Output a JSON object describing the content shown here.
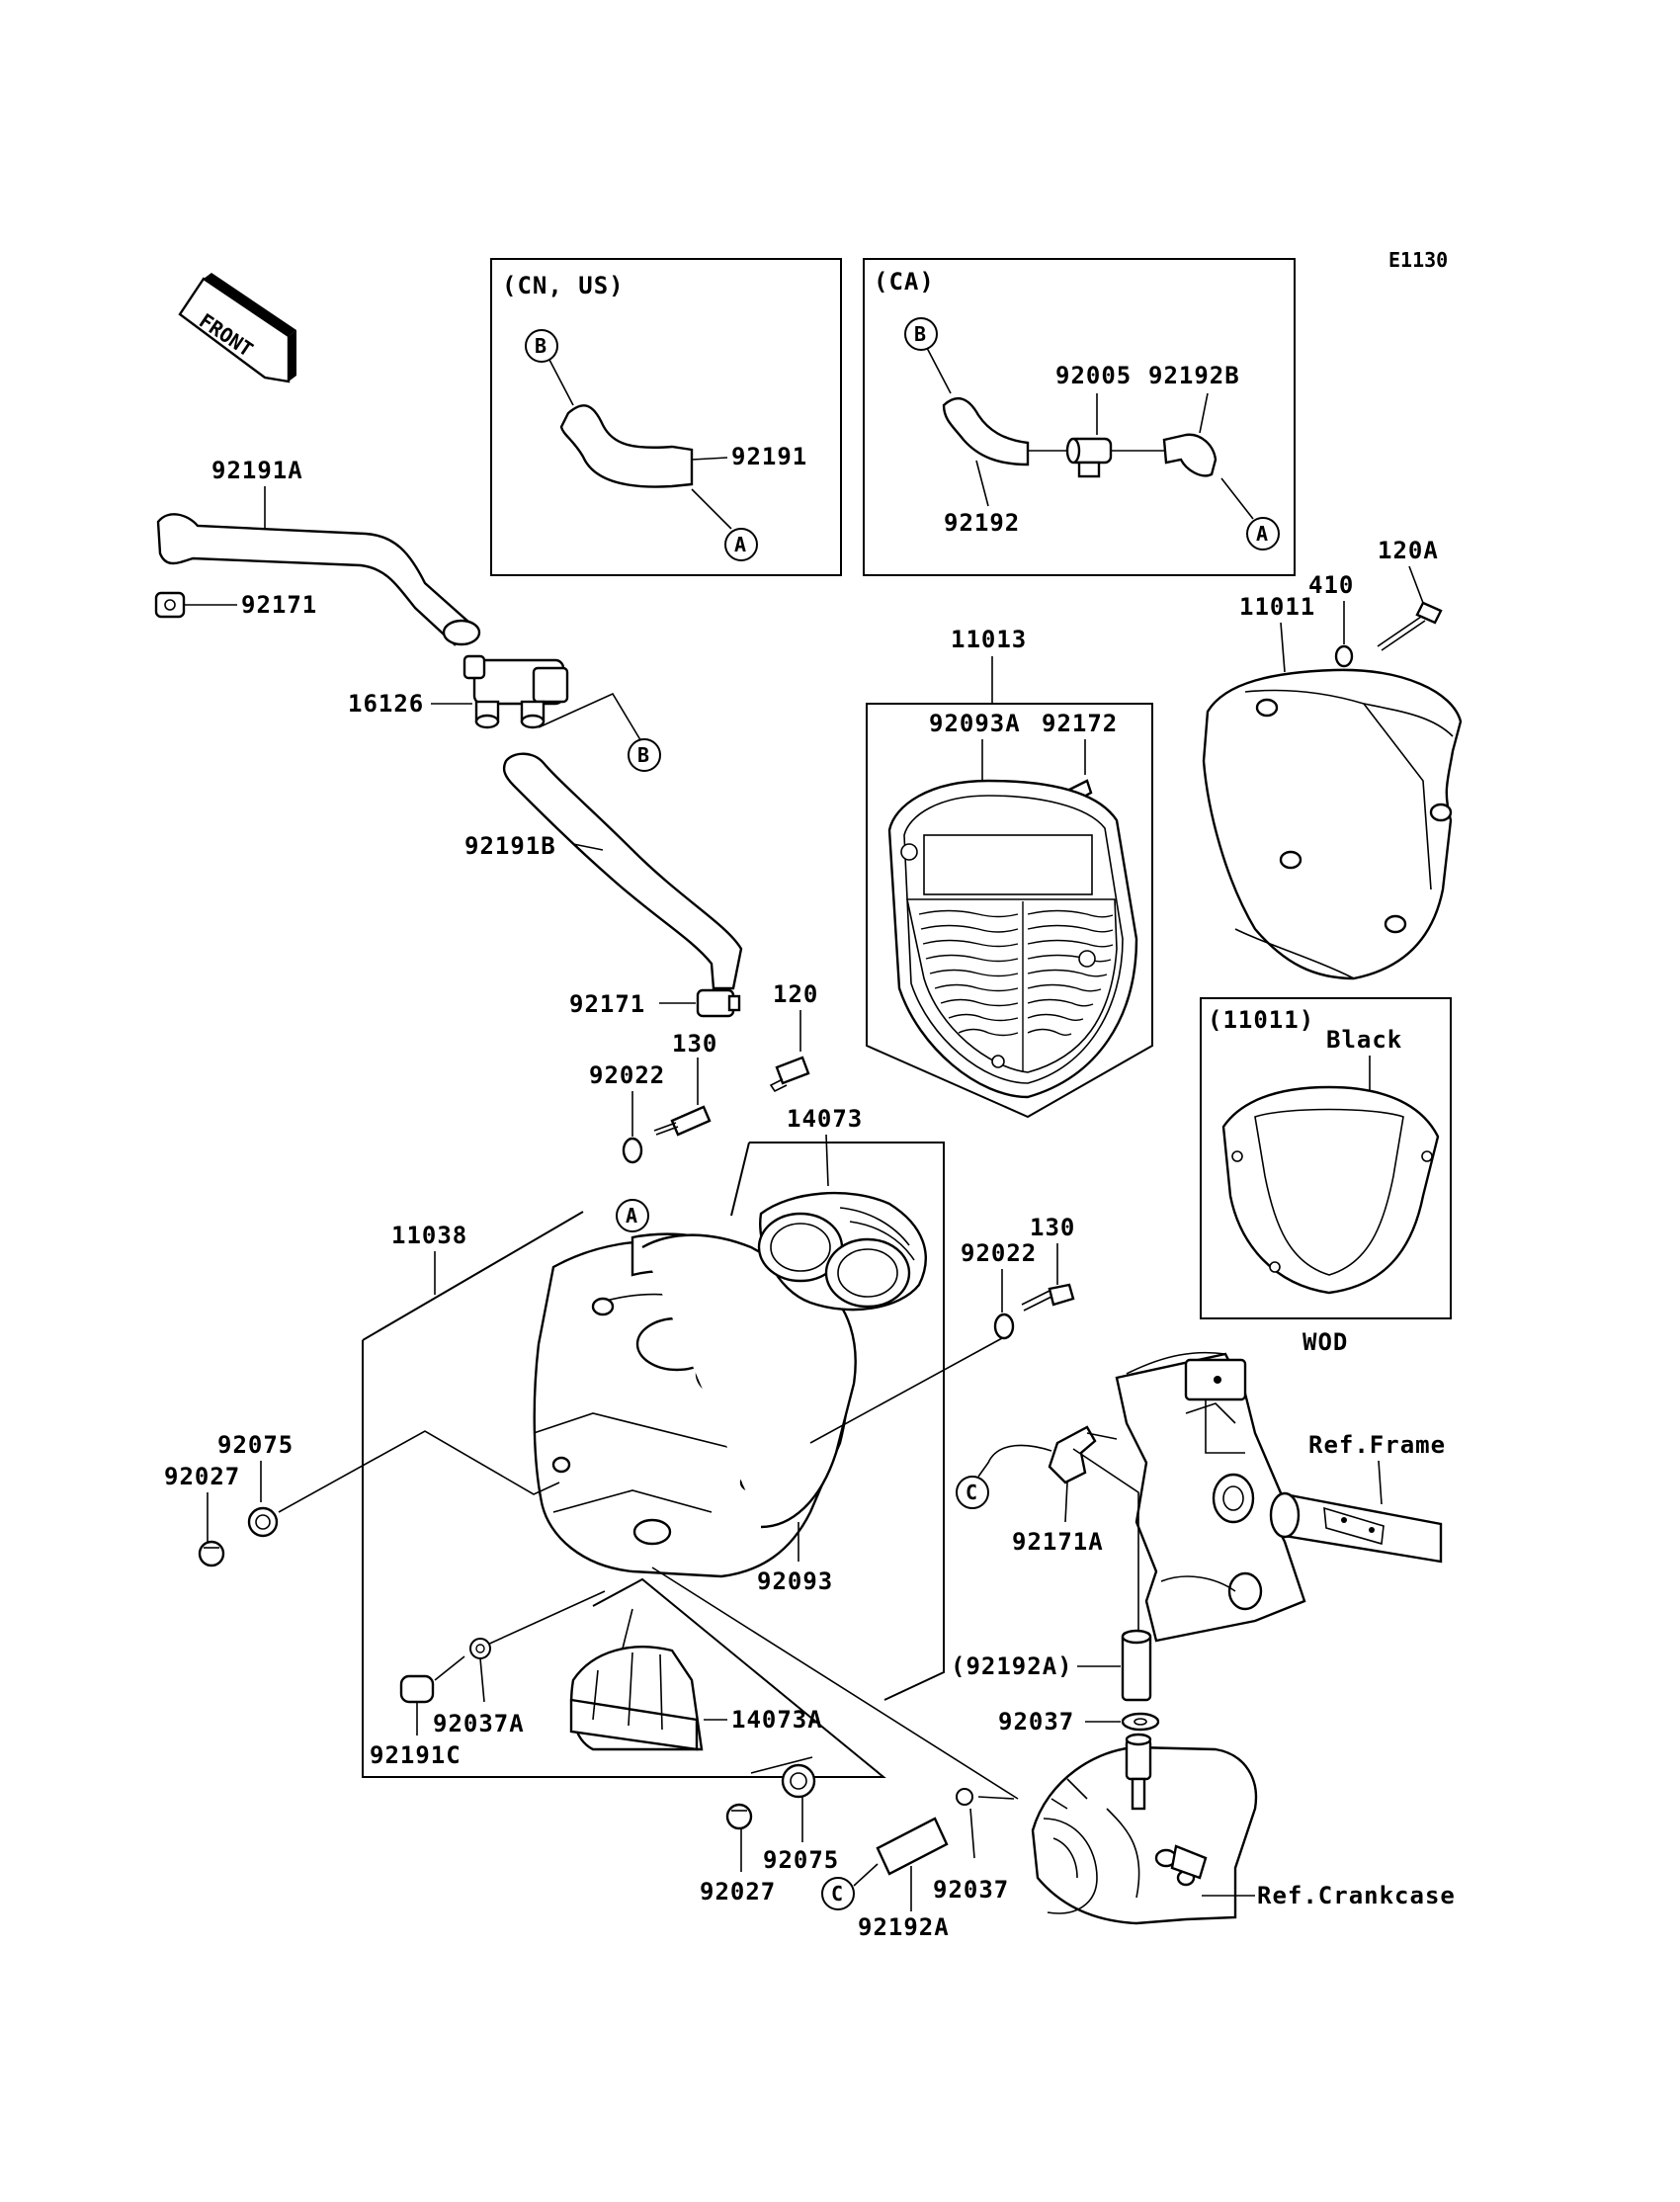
{
  "diagram_code": "E1130",
  "front_label": "FRONT",
  "variants": {
    "cn_us": {
      "title": "(CN, US)",
      "labels": [
        "92191"
      ]
    },
    "ca": {
      "title": "(CA)",
      "labels": [
        "92005",
        "92192B",
        "92192"
      ]
    },
    "wod": {
      "title": "(11011)",
      "color": "Black",
      "code": "WOD"
    }
  },
  "callouts": {
    "a": "A",
    "b": "B",
    "c": "C"
  },
  "parts": {
    "p92191A": "92191A",
    "p92171_top": "92171",
    "p16126": "16126",
    "p92191B": "92191B",
    "p92171_mid": "92171",
    "p120": "120",
    "p130_top": "130",
    "p92022_top": "92022",
    "p11013": "11013",
    "p92093A": "92093A",
    "p92172": "92172",
    "p11011": "11011",
    "p410": "410",
    "p120A": "120A",
    "p14073": "14073",
    "p11038": "11038",
    "p92022_mid": "92022",
    "p130_mid": "130",
    "p92075_left": "92075",
    "p92027_left": "92027",
    "p92093": "92093",
    "p92037A": "92037A",
    "p14073A": "14073A",
    "p92191C": "92191C",
    "p92075_bottom": "92075",
    "p92027_bottom": "92027",
    "p92192A": "92192A",
    "p92037_bottom": "92037",
    "p92171A": "92171A",
    "p92192A_paren": "(92192A)",
    "p92037_right": "92037"
  },
  "refs": {
    "frame": "Ref.Frame",
    "crankcase": "Ref.Crankcase"
  }
}
